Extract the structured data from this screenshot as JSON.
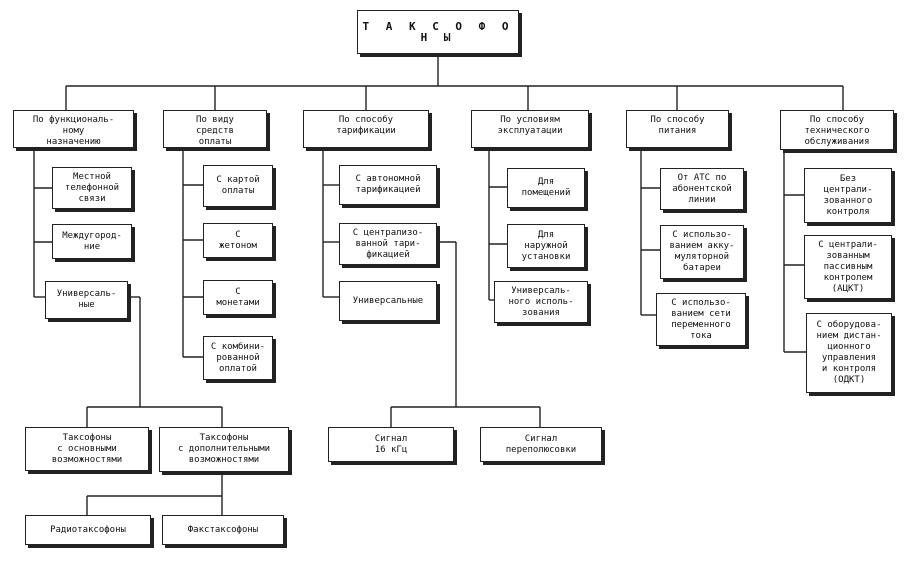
{
  "root": {
    "label": "Т А К С О Ф О Н Ы"
  },
  "categories": [
    {
      "label": "По функциональ-\nному\nназначению",
      "items": [
        "Местной\nтелефонной\nсвязи",
        "Междугород-\nние",
        "Универсаль-\nные"
      ]
    },
    {
      "label": "По виду\nсредств\nоплаты",
      "items": [
        "С картой\nоплаты",
        "С\nжетоном",
        "С\nмонетами",
        "С комбини-\nрованной\nоплатой"
      ]
    },
    {
      "label": "По способу\nтарификации",
      "items": [
        "С автономной\nтарификацией",
        "С централизо-\nванной тари-\nфикацией",
        "Универсальные"
      ]
    },
    {
      "label": "По условиям\nэксплуатации",
      "items": [
        "Для\nпомещений",
        "Для\nнаружной\nустановки",
        "Универсаль-\nного исполь-\nзования"
      ]
    },
    {
      "label": "По способу\nпитания",
      "items": [
        "От АТС по\nабонентской\nлинии",
        "С использо-\nванием акку-\nмуляторной\nбатареи",
        "С использо-\nванием сети\nпеременного\nтока"
      ]
    },
    {
      "label": "По способу\nтехнического\nобслуживания",
      "items": [
        "Без\nцентрали-\nзованного\nконтроля",
        "С централи-\nзованным\nпассивным\nконтролем\n(АЦКТ)",
        "С оборудова-\nнием дистан-\nционного\nуправления\nи контроля\n(ОДКТ)"
      ]
    }
  ],
  "universal_types": [
    "Таксофоны\nс основными\nвозможностями",
    "Таксофоны\nс дополнительными\nвозможностями"
  ],
  "extended_types": [
    "Радиотаксофоны",
    "Факстаксофоны"
  ],
  "signal_types": [
    "Сигнал\n16 кГц",
    "Сигнал\nпереполюсовки"
  ]
}
